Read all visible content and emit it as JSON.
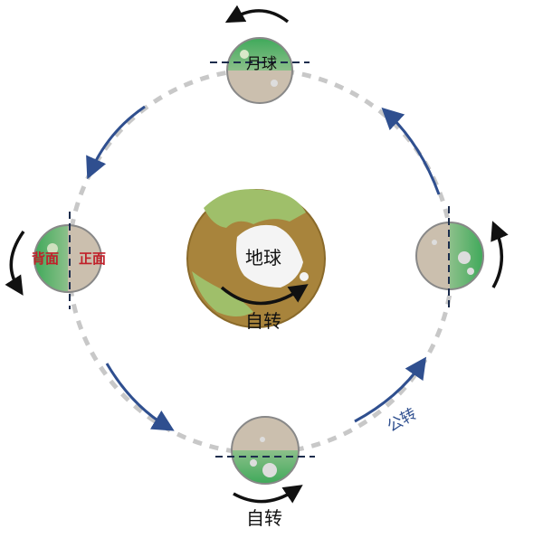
{
  "labels": {
    "earth": "地球",
    "earth_rotation": "自转",
    "moon": "月球",
    "far_side": "背面",
    "near_side": "正面",
    "revolution": "公转",
    "moon_rotation": "自转"
  },
  "colors": {
    "orbit": "#c8c8c8",
    "orbit_arrow": "#2f4f8f",
    "earth_base": "#a8843c",
    "earth_land": "#9fbf6a",
    "moon_base": "#cbbfae",
    "moon_green": "#3fa95a",
    "side_label": "#c0202a"
  }
}
